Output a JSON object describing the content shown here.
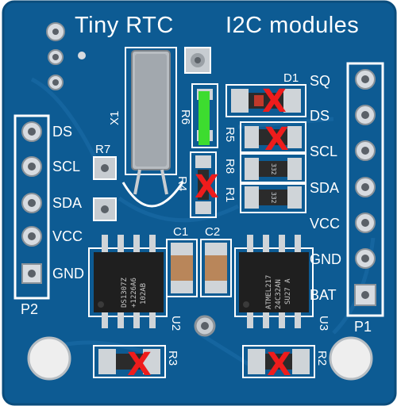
{
  "board": {
    "title_left": "Tiny RTC",
    "title_right": "I2C modules",
    "colors": {
      "board": "#0d5b93",
      "silk": "#ffffff",
      "mark": "#ee1c1c",
      "highlight": "#3ddc2f"
    }
  },
  "p2": {
    "label": "P2",
    "pins": [
      "DS",
      "SCL",
      "SDA",
      "VCC",
      "GND"
    ]
  },
  "p1": {
    "label": "P1",
    "pins": [
      "SQ",
      "DS",
      "SCL",
      "SDA",
      "VCC",
      "GND",
      "BAT"
    ]
  },
  "refs": {
    "x1": "X1",
    "r6": "R6",
    "r5": "R5",
    "r8": "R8",
    "r4": "R4",
    "r1": "R1",
    "r7": "R7",
    "d1": "D1",
    "c1": "C1",
    "c2": "C2",
    "u2": "U2",
    "u3": "U3",
    "r3": "R3",
    "r2": "R2"
  },
  "chips": {
    "u2_line1": "DS1307Z",
    "u2_line2": "+1226A6",
    "u2_line3": "102AB",
    "u3_line1": "ATMEL217",
    "u3_line2": "24C32AN",
    "u3_line3": "SU27 A"
  },
  "smd_codes": {
    "r8": "332",
    "r1": "332"
  },
  "markers": {
    "cross": "X"
  }
}
